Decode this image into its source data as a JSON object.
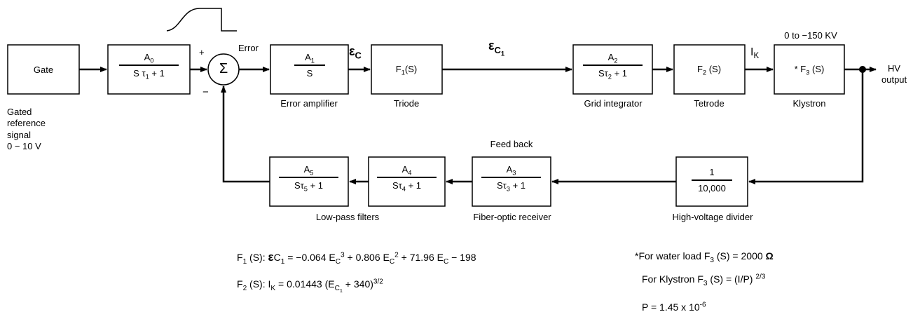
{
  "colors": {
    "line": "#000000",
    "background": "#ffffff"
  },
  "pulse_icon": "pulse-waveform-icon",
  "blocks": {
    "gate": {
      "label": "Gate"
    },
    "a0": {
      "num_base": "A",
      "num_sub": "0",
      "den_pre": "S ",
      "tau": "τ",
      "den_sub": "1",
      "den_post": " + 1"
    },
    "a1": {
      "num_base": "A",
      "num_sub": "1",
      "den": "S",
      "caption": "Error amplifier"
    },
    "triode": {
      "label_pre": "F",
      "label_sub": "1",
      "label_post": "(S)",
      "caption": "Triode"
    },
    "a2": {
      "num_base": "A",
      "num_sub": "2",
      "den_pre": "S",
      "tau": "τ",
      "den_sub": "2",
      "den_post": " + 1",
      "caption": "Grid integrator"
    },
    "tetrode": {
      "label_pre": "F",
      "label_sub": "2",
      "label_post": " (S)",
      "caption": "Tetrode"
    },
    "klystron": {
      "label_pre": "* F",
      "label_sub": "3",
      "label_post": " (S)",
      "caption": "Klystron"
    },
    "divider": {
      "num": "1",
      "den": "10,000",
      "caption": "High-voltage divider"
    },
    "a3": {
      "num_base": "A",
      "num_sub": "3",
      "den_pre": "S",
      "tau": "τ",
      "den_sub": "3",
      "den_post": " + 1",
      "caption": "Fiber-optic receiver"
    },
    "a4": {
      "num_base": "A",
      "num_sub": "4",
      "den_pre": "S",
      "tau": "τ",
      "den_sub": "4",
      "den_post": " + 1"
    },
    "a5": {
      "num_base": "A",
      "num_sub": "5",
      "den_pre": "S",
      "tau": "τ",
      "den_sub": "5",
      "den_post": " + 1",
      "caption": "Low-pass filters"
    }
  },
  "summer": {
    "symbol": "Σ",
    "plus": "+",
    "minus": "−"
  },
  "signals": {
    "error": "Error",
    "ec_base": "ε",
    "ec_sub": "C",
    "ec1_sub": "C",
    "ec1_subsub": "1",
    "ik_base": "I",
    "ik_sub": "K",
    "voltage_range": "0 to −150 KV",
    "hv_output": "HV\noutput",
    "feedback": "Feed back"
  },
  "input_note": "Gated\nreference\nsignal\n0 − 10 V",
  "equations": {
    "f1": {
      "a": "F",
      "a_sub": "1",
      "b": " (S): ",
      "eps": "ε",
      "c": "C",
      "c_sub": "1",
      "d": " = −0.064 E",
      "d_sub": "C",
      "d_sup": "3",
      "e": " + 0.806 E",
      "e_sub": "C",
      "e_sup": "2",
      "f": " + 71.96 E",
      "f_sub": "C",
      "g": " − 198"
    },
    "f2": {
      "a": "F",
      "a_sub": "2",
      "b": " (S): I",
      "b_sub": "K",
      "c": " = 0.01443 (E",
      "c_sub": "C",
      "c_subsub": "1",
      "d": " + 340)",
      "d_sup": "3/2"
    },
    "water": {
      "a": "*For water load F",
      "a_sub": "3",
      "b": " (S) = 2000 ",
      "omega": "Ω"
    },
    "klys": {
      "a": "For Klystron F",
      "a_sub": "3",
      "b": " (S) = (I/P) ",
      "b_sup": "2/3"
    },
    "p": {
      "a": "P = 1.45 x 10",
      "a_sup": "-6"
    }
  }
}
